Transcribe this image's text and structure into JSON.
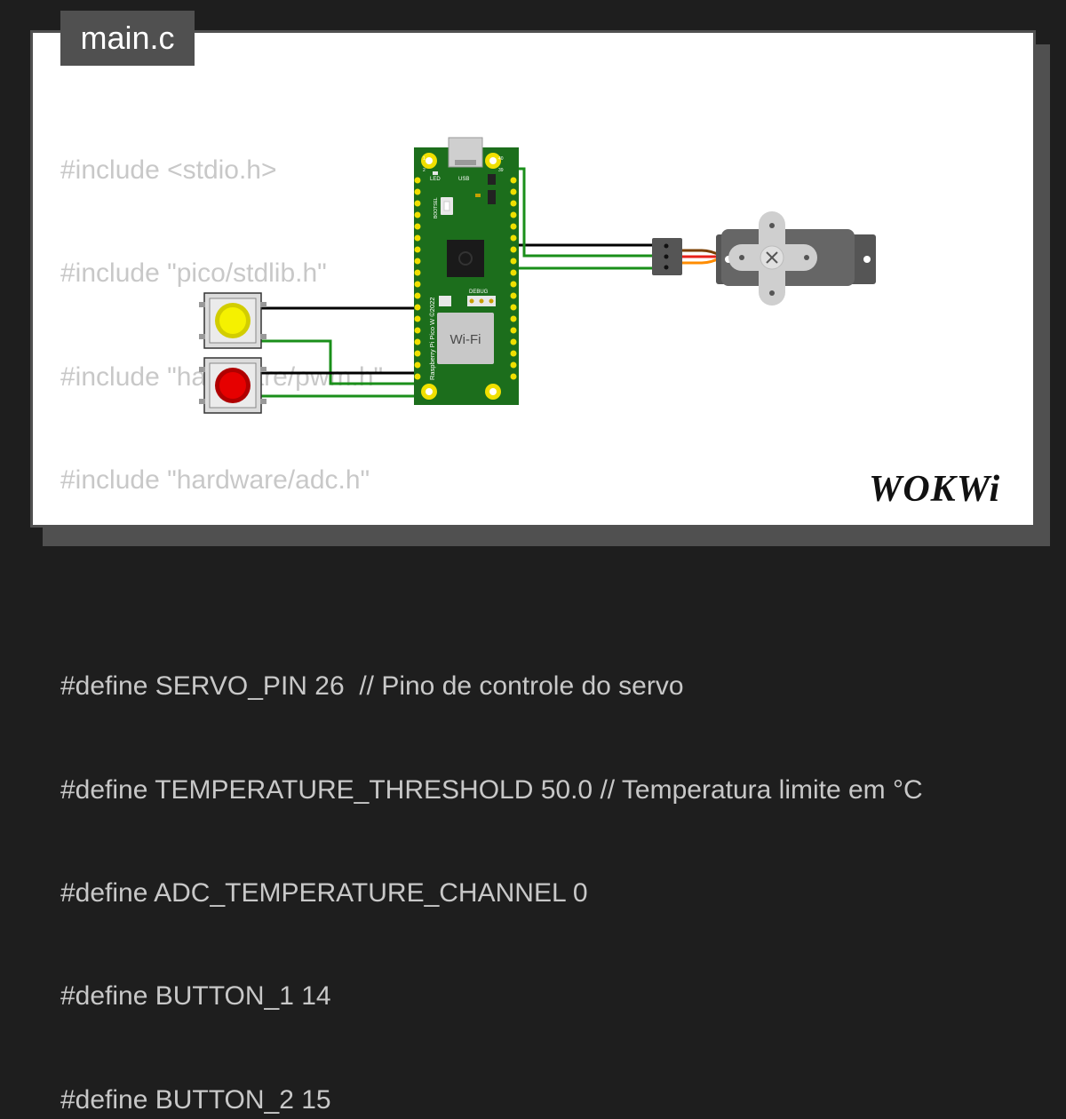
{
  "file_tab": {
    "label": "main.c"
  },
  "code_lines": [
    "#include <stdio.h>",
    "#include \"pico/stdlib.h\"",
    "#include \"hardware/pwm.h\"",
    "#include \"hardware/adc.h\"",
    "",
    "#define SERVO_PIN 26  // Pino de controle do servo",
    "#define TEMPERATURE_THRESHOLD 50.0 // Temperatura limite em °C",
    "#define ADC_TEMPERATURE_CHANNEL 0",
    "#define BUTTON_1 14",
    "#define BUTTON_2 15"
  ],
  "board": {
    "wifi_label": "Wi-Fi",
    "silkscreen": "Raspberry Pi Pico W ©2022",
    "debug_label": "DEBUG",
    "led_label": "LED",
    "usb_label": "USB",
    "bootsel_label": "BOOTSEL",
    "pin_1": "1",
    "pin_2": "2",
    "pin_39": "39",
    "pin_40": "40"
  },
  "components": {
    "button_top_color": "#f5f100",
    "button_bottom_color": "#e60000"
  },
  "colors": {
    "board_green": "#1c6e1c",
    "wire_green": "#1a8f1a",
    "wire_black": "#000000",
    "servo_red": "#e8201a",
    "servo_orange": "#ff8c00",
    "servo_brown": "#7b3f00",
    "panel_gray": "#505050",
    "code_gray": "#c8c8c8"
  },
  "brand": {
    "logo_text": "WOKWi"
  }
}
